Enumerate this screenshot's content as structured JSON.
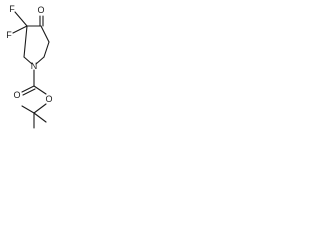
{
  "structure": {
    "atoms": {
      "fluorine_1": "F",
      "fluorine_2": "F",
      "ketone_oxygen": "O",
      "ring_nitrogen": "N",
      "carbonyl_oxygen": "O",
      "ester_oxygen": "O"
    },
    "line_color": "#1a1a1a"
  }
}
